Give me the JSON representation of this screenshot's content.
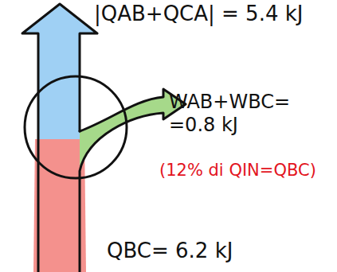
{
  "diagram": {
    "labels": [
      "|QAB+QCA| = 5.4 kJ",
      "WAB+WBC= =0.8 kJ",
      "(12% di QIN=QBC)",
      "QBC= 6.2 kJ"
    ]
  }
}
